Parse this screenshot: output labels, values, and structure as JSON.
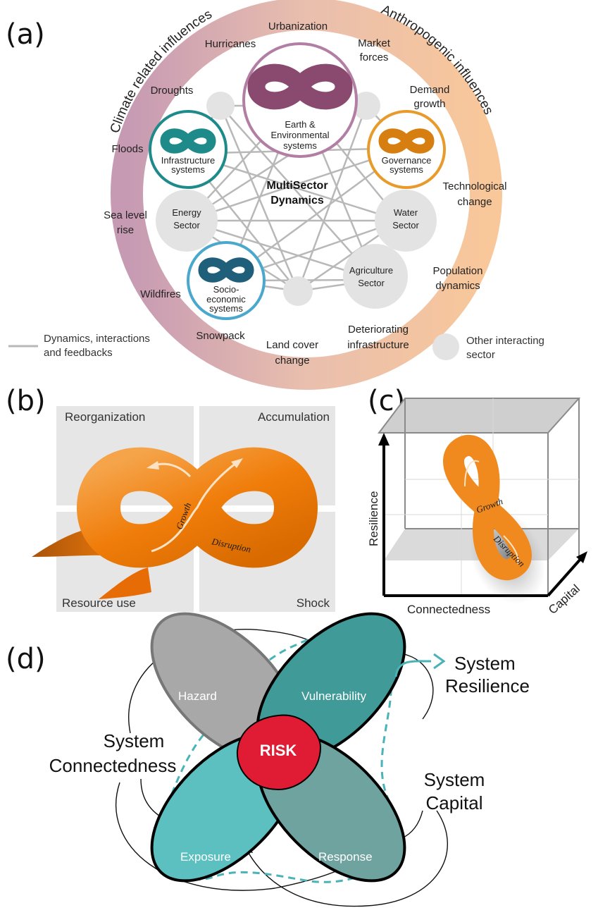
{
  "panels": {
    "a": "(a)",
    "b": "(b)",
    "c": "(c)",
    "d": "(d)"
  },
  "panel_a": {
    "arc_left": "Climate related influences",
    "arc_right": "Anthropogenic influences",
    "center_line1": "MultiSector",
    "center_line2": "Dynamics",
    "outer": {
      "urbanization": "Urbanization",
      "hurricanes": "Hurricanes",
      "market_1": "Market",
      "market_2": "forces",
      "demand_1": "Demand",
      "demand_2": "growth",
      "droughts": "Droughts",
      "floods": "Floods",
      "tech_1": "Technological",
      "tech_2": "change",
      "sea_1": "Sea level",
      "sea_2": "rise",
      "pop_1": "Population",
      "pop_2": "dynamics",
      "wildfires": "Wildfires",
      "snowpack": "Snowpack",
      "det_1": "Deteriorating",
      "det_2": "infrastructure",
      "land_1": "Land cover",
      "land_2": "change"
    },
    "nodes": {
      "earth_1": "Earth &",
      "earth_2": "Environmental",
      "earth_3": "systems",
      "infra_1": "Infrastructure",
      "infra_2": "systems",
      "gov_1": "Governance",
      "gov_2": "systems",
      "socio_1": "Socio-",
      "socio_2": "economic",
      "socio_3": "systems",
      "energy_1": "Energy",
      "energy_2": "Sector",
      "water_1": "Water",
      "water_2": "Sector",
      "agri_1": "Agriculture",
      "agri_2": "Sector"
    },
    "legend_line_1": "Dynamics, interactions",
    "legend_line_2": "and feedbacks",
    "legend_circle_1": "Other interacting",
    "legend_circle_2": "sector",
    "colors": {
      "earth": "#8a4a70",
      "infrastructure": "#1f8a8a",
      "governance": "#e89a2a",
      "socioeconomic": "#2a7fa3",
      "sector": "#e3e3e3",
      "line": "#b8b8b8"
    }
  },
  "panel_b": {
    "reorganization": "Reorganization",
    "accumulation": "Accumulation",
    "resource_use": "Resource use",
    "shock": "Shock",
    "growth": "Growth",
    "disruption": "Disruption",
    "colors": {
      "loop": "#f07d0a",
      "quadrant": "#e6e6e6"
    }
  },
  "panel_c": {
    "resilience": "Resilience",
    "connectedness": "Connectedness",
    "capital": "Capital",
    "growth": "Growth",
    "disruption": "Disruption"
  },
  "panel_d": {
    "hazard": "Hazard",
    "vulnerability": "Vulnerability",
    "exposure": "Exposure",
    "response": "Response",
    "risk": "RISK",
    "system_resilience_1": "System",
    "system_resilience_2": "Resilience",
    "system_connectedness_1": "System",
    "system_connectedness_2": "Connectedness",
    "system_capital_1": "System",
    "system_capital_2": "Capital",
    "colors": {
      "hazard": "#a8a8a8",
      "vulnerability": "#3f9a98",
      "exposure": "#5cc0c0",
      "response": "#6fa3a0",
      "risk": "#e01b34",
      "dashed": "#4ab3b8"
    }
  }
}
